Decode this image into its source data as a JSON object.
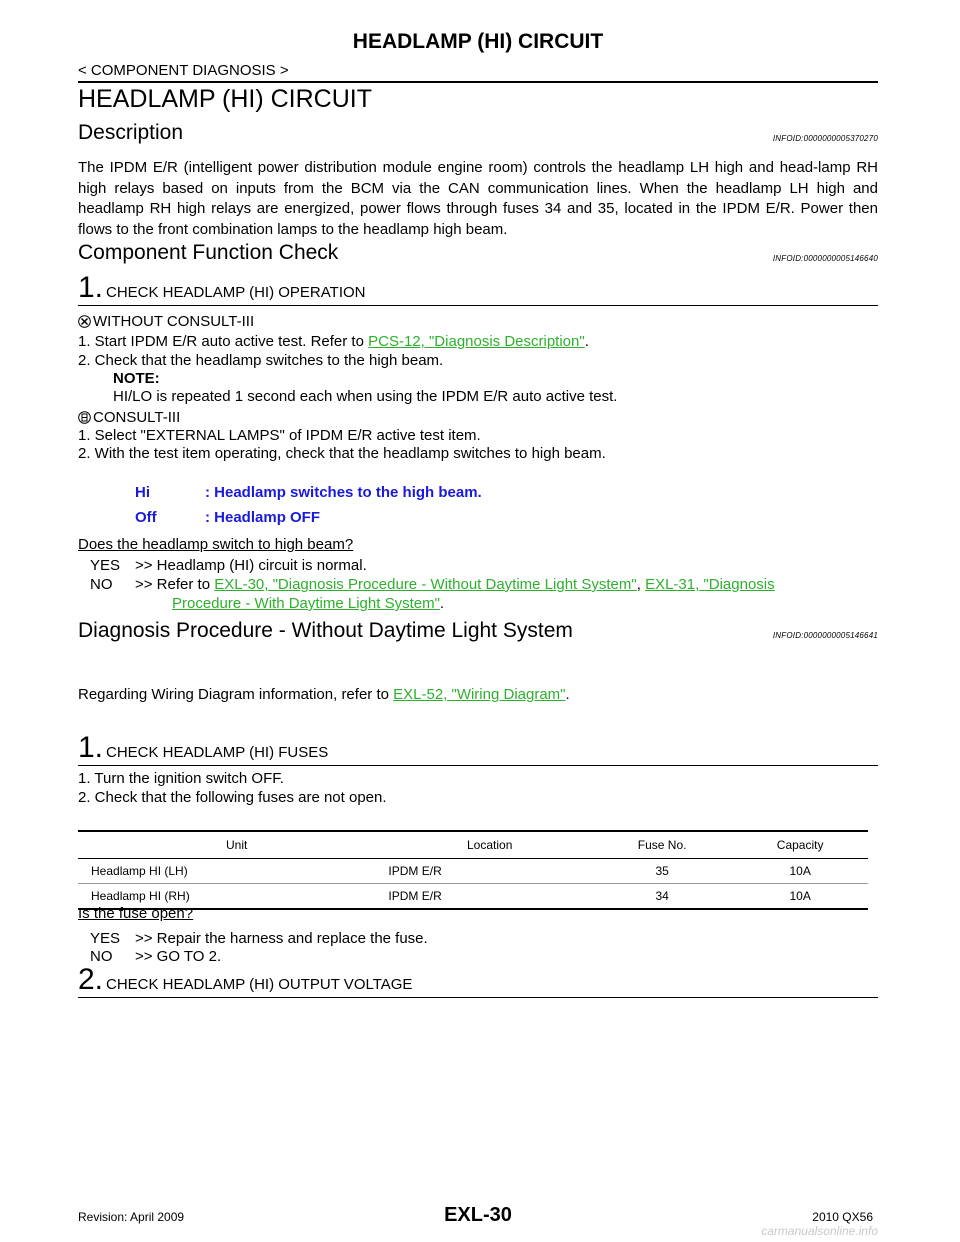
{
  "header": {
    "title": "HEADLAMP (HI) CIRCUIT",
    "subtitle": "< COMPONENT DIAGNOSIS >"
  },
  "section_title": "HEADLAMP (HI) CIRCUIT",
  "description": {
    "heading": "Description",
    "infoid": "INFOID:0000000005370270",
    "text": "The IPDM E/R (intelligent power distribution module engine room) controls the headlamp LH high and head-lamp RH high relays based on inputs from the BCM via the CAN communication lines. When the headlamp LH high and headlamp RH high relays are energized, power flows through fuses 34 and 35, located in the IPDM E/R. Power then flows to the front combination lamps to the headlamp high beam."
  },
  "cfc": {
    "heading": "Component Function Check",
    "infoid": "INFOID:0000000005146640",
    "step_num": "1.",
    "step_title": "CHECK HEADLAMP (HI) OPERATION",
    "without_label": "WITHOUT CONSULT-III",
    "w1_prefix": "1.   Start IPDM E/R auto active test. Refer to ",
    "w1_link": "PCS-12, \"Diagnosis Description\"",
    "w1_suffix": ".",
    "w2": "2.   Check that the headlamp switches to the high beam.",
    "note_label": "NOTE:",
    "note_text": "HI/LO is repeated 1 second each when using the IPDM E/R auto active test.",
    "consult_label": "CONSULT-III",
    "c1": "1.   Select \"EXTERNAL LAMPS\" of IPDM E/R active test item.",
    "c2": "2.   With the test item operating, check that the headlamp switches to high beam.",
    "hi_key": "Hi",
    "hi_val": ": Headlamp switches to the high beam.",
    "off_key": "Off",
    "off_val": ": Headlamp OFF",
    "question": "Does the headlamp switch to high beam?",
    "yes_label": "YES",
    "yes_text": ">> Headlamp (HI) circuit is normal.",
    "no_label": "NO",
    "no_prefix": ">> Refer to ",
    "no_link1": "EXL-30, \"Diagnosis Procedure - Without Daytime Light System\"",
    "no_sep": ", ",
    "no_link2a": "EXL-31, \"Diagnosis",
    "no_link2b": "Procedure - With Daytime Light System\"",
    "no_suffix": "."
  },
  "dp": {
    "heading": "Diagnosis Procedure - Without Daytime Light System",
    "infoid": "INFOID:0000000005146641",
    "wiring_prefix": "Regarding Wiring Diagram information, refer to ",
    "wiring_link": "EXL-52, \"Wiring Diagram\"",
    "wiring_suffix": ".",
    "step1_num": "1.",
    "step1_title": "CHECK HEADLAMP (HI) FUSES",
    "s1": "1.   Turn the ignition switch OFF.",
    "s2": "2.   Check that the following fuses are not open.",
    "table": {
      "headers": [
        "Unit",
        "Location",
        "Fuse No.",
        "Capacity"
      ],
      "rows": [
        [
          "Headlamp HI (LH)",
          "IPDM  E/R",
          "35",
          "10A"
        ],
        [
          "Headlamp HI (RH)",
          "IPDM  E/R",
          "34",
          "10A"
        ]
      ]
    },
    "question": "Is the fuse open?",
    "yes_label": "YES",
    "yes_text": ">> Repair the harness and replace the fuse.",
    "no_label": "NO",
    "no_text": ">> GO TO 2.",
    "step2_num": "2.",
    "step2_title": "CHECK HEADLAMP (HI) OUTPUT VOLTAGE"
  },
  "footer": {
    "revision": "Revision: April 2009",
    "page": "EXL-30",
    "model": "2010 QX56",
    "watermark": "carmanualsonline.info"
  }
}
